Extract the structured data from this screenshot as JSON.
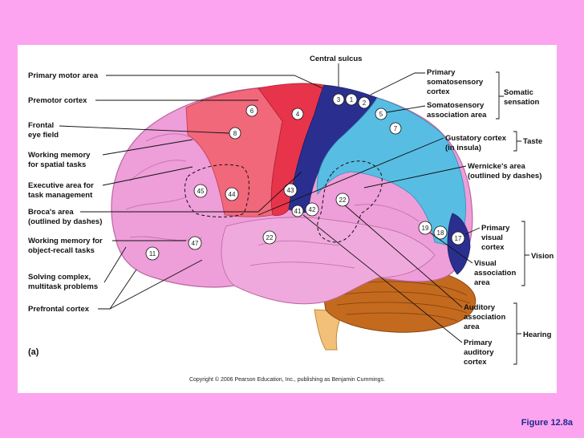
{
  "panel_letter": "(a)",
  "copyright": "Copyright © 2006 Pearson Education, Inc., publishing as Benjamin Cummings.",
  "figure_label": "Figure 12.8a",
  "labels": {
    "central_sulcus": "Central sulcus",
    "primary_motor_area": "Primary motor area",
    "premotor_cortex": "Premotor cortex",
    "frontal_eye_field_1": "Frontal",
    "frontal_eye_field_2": "eye field",
    "working_memory_spatial_1": "Working memory",
    "working_memory_spatial_2": "for spatial tasks",
    "executive_area_1": "Executive area for",
    "executive_area_2": "task management",
    "brocas_area_1": "Broca's area",
    "brocas_area_2": "(outlined by dashes)",
    "working_memory_object_1": "Working memory for",
    "working_memory_object_2": "object-recall tasks",
    "solving_complex_1": "Solving complex,",
    "solving_complex_2": "multitask problems",
    "prefrontal_cortex": "Prefrontal cortex",
    "primary_somatosensory_1": "Primary",
    "primary_somatosensory_2": "somatosensory",
    "primary_somatosensory_3": "cortex",
    "somatosensory_association_1": "Somatosensory",
    "somatosensory_association_2": "association area",
    "somatic_sensation_1": "Somatic",
    "somatic_sensation_2": "sensation",
    "gustatory_cortex_1": "Gustatory cortex",
    "gustatory_cortex_2": "(in insula)",
    "taste": "Taste",
    "wernickes_area_1": "Wernicke's area",
    "wernickes_area_2": "(outlined by dashes)",
    "primary_visual_1": "Primary",
    "primary_visual_2": "visual",
    "primary_visual_3": "cortex",
    "vision": "Vision",
    "visual_association_1": "Visual",
    "visual_association_2": "association",
    "visual_association_3": "area",
    "auditory_association_1": "Auditory",
    "auditory_association_2": "association",
    "auditory_association_3": "area",
    "hearing": "Hearing",
    "primary_auditory_1": "Primary",
    "primary_auditory_2": "auditory",
    "primary_auditory_3": "cortex"
  },
  "brodmann_areas": {
    "a6": "6",
    "a4": "4",
    "a3": "3",
    "a1": "1",
    "a2": "2",
    "a5": "5",
    "a7": "7",
    "a8": "8",
    "a45": "45",
    "a44": "44",
    "a43": "43",
    "a41": "41",
    "a42": "42",
    "a22_upper": "22",
    "a22_lower": "22",
    "a47": "47",
    "a11": "11",
    "a19": "19",
    "a18": "18",
    "a17": "17"
  },
  "colors": {
    "background": "#fca4f0",
    "frontal_pink": "#ee9ed8",
    "motor_red": "#e8344a",
    "premotor_red": "#f0687a",
    "somatosensory_blue": "#2a2f8f",
    "association_cyan": "#58bde3",
    "temporal_pink": "#f0a9dc",
    "cerebellum": "#c46a1e",
    "brainstem": "#f3c07a"
  }
}
